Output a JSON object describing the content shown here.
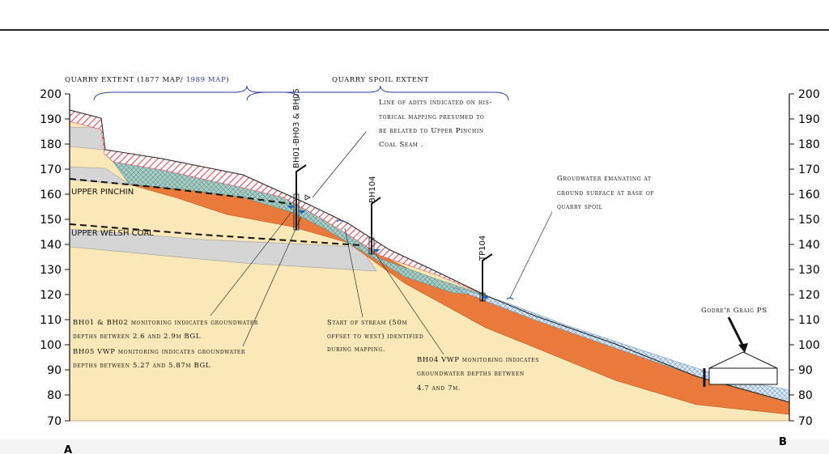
{
  "axes": {
    "left_ticks": [
      "200",
      "190",
      "180",
      "170",
      "160",
      "150",
      "140",
      "130",
      "120",
      "110",
      "100",
      "90",
      "80",
      "70"
    ],
    "right_ticks": [
      "200",
      "190",
      "180",
      "170",
      "160",
      "150",
      "140",
      "130",
      "120",
      "110",
      "100",
      "90",
      "80",
      "70"
    ]
  },
  "section": {
    "start_label": "A",
    "end_label": "B"
  },
  "brackets": {
    "quarry_prefix": "QUARRY EXTENT (1877 MAP/ ",
    "quarry_1989": "1989 MAP",
    "quarry_suffix": ")",
    "spoil": "QUARRY SPOIL EXTENT"
  },
  "strata": {
    "upper_pinchin": "UPPER PINCHIN",
    "upper_welsh": "UPPER WELSH COAL"
  },
  "boreholes": {
    "bh_cluster": "BH01-BH03 & BH05",
    "bh104": "BH104",
    "tp104": "TP104"
  },
  "annotations": {
    "adits": [
      "Line of adits indicated on his-",
      "torical mapping presumed to",
      "be related to Upper Pinchin",
      "Coal Seam ."
    ],
    "groundwater_emanating": [
      "Groudwater emanating  at",
      "ground surface at base of",
      "quarry spoil"
    ],
    "bh01_bh02": [
      "BH01 & BH02 monitoring indicates groundwater",
      "depths between 2.6 and 2.9m BGL"
    ],
    "bh05": [
      "BH05 VWP monitoring indicates groundwater",
      "depths between 5.27 and 5.87m BGL"
    ],
    "stream": [
      "Start of stream (50m",
      "offset to west) identified",
      "during mapping."
    ],
    "bh04": [
      "BH04 VWP monitoring indicates",
      "groundwater depths between",
      "4.7 and 7m."
    ],
    "godre": "Godre'r Graig PS"
  },
  "colors": {
    "bedrock": "#fbe8b8",
    "coal_band": "#d5d5d5",
    "orange_layer": "#ea7a3c",
    "spoil_teal": "#9fc7c1",
    "spoil_blue": "#c9dff0",
    "hatch_red": "#d94a5a",
    "bracket_blue": "#2e3c9e"
  }
}
